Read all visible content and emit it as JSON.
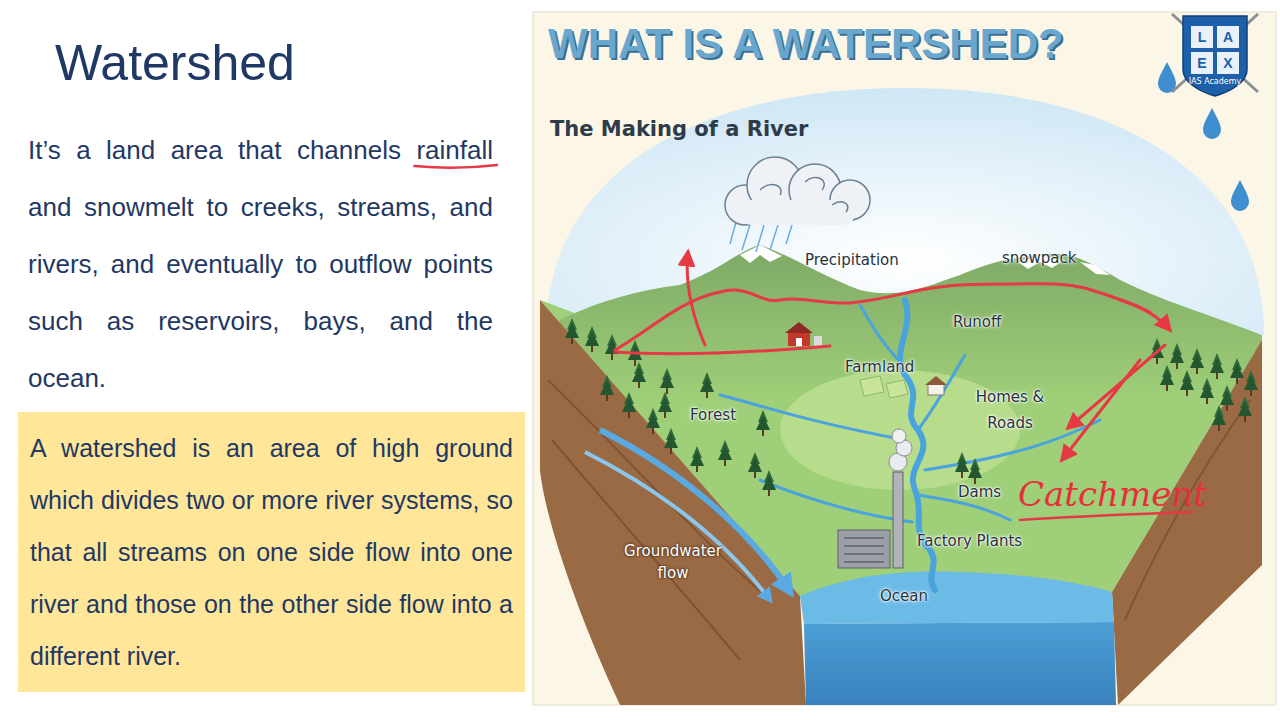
{
  "diagram": {
    "title": "Watershed",
    "nodes": [
      {
        "text": [
          "A watershed is an area of high ground which divides two or more river systems, so that all streams on one side flow into one river and those on the other side flow into a different river."
        ]
      }
    ],
    "labels": [
      "It’s a land area that channels rainfall and snowmelt to creeks, streams, and rivers, and eventually to outflow points such as reservoirs, bays, and the ocean.",
      "WHAT IS A WATERSHED?",
      "The Making of a River",
      "Precipitation",
      "snowpack",
      "Runoff",
      "Farmland",
      "Homes & Roads",
      "Forest",
      "Dams",
      "Factory Plants",
      "Groundwater flow",
      "Ocean",
      "Catchment",
      "L",
      "A",
      "E",
      "X",
      "IAS Academy"
    ]
  }
}
